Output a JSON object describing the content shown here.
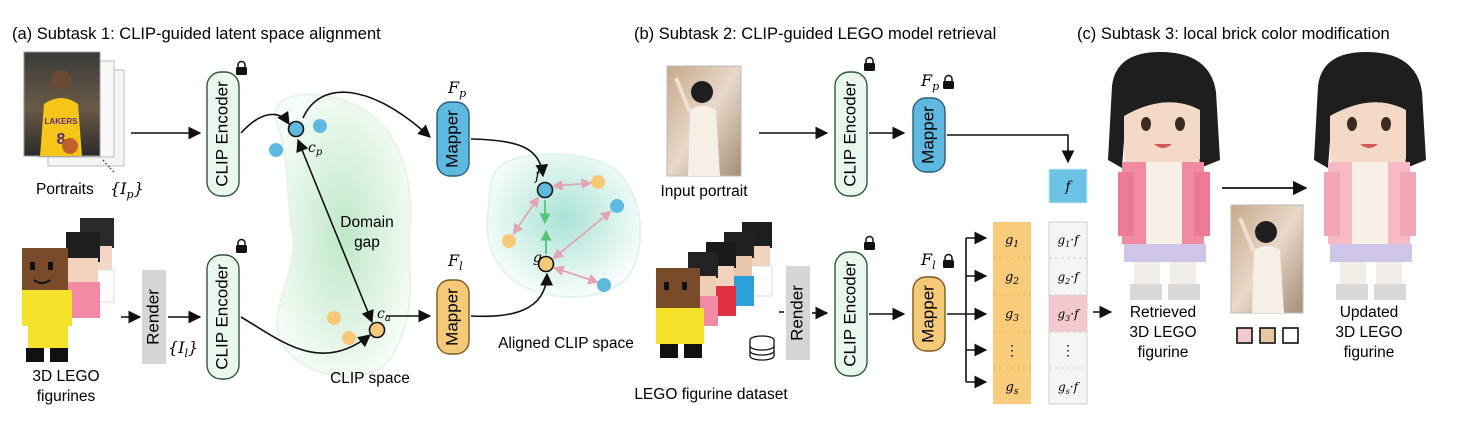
{
  "sections": {
    "a_title": "(a) Subtask 1: CLIP-guided latent space alignment",
    "b_title": "(b) Subtask 2: CLIP-guided LEGO model retrieval",
    "c_title": "(c) Subtask 3: local brick color modification"
  },
  "a": {
    "portraits_label": "Portraits",
    "portraits_symbol": "{I_p}",
    "figurines_label_1": "3D LEGO",
    "figurines_label_2": "figurines",
    "render_label": "Render",
    "render_symbol": "{I_l}",
    "clip_encoder": "CLIP Encoder",
    "mapper": "Mapper",
    "Fp": "F_p",
    "Fl": "F_l",
    "domain_gap_1": "Domain",
    "domain_gap_2": "gap",
    "clip_space": "CLIP space",
    "aligned_space": "Aligned CLIP space",
    "cp": "c_p",
    "cl": "c_a",
    "f": "f",
    "g": "g",
    "jersey_number": "8",
    "jersey_team": "LAKERS"
  },
  "b": {
    "input_portrait": "Input portrait",
    "dataset_label": "LEGO figurine dataset",
    "render_label": "Render",
    "clip_encoder": "CLIP Encoder",
    "mapper": "Mapper",
    "Fp": "F_p",
    "Fl": "F_l",
    "f_box": "f",
    "g_items": [
      "g_1",
      "g_2",
      "g_3",
      "⋮",
      "g_s"
    ],
    "score_items": [
      "g_1·f",
      "g_2·f",
      "g_3·f",
      "⋮",
      "g_s·f"
    ]
  },
  "c": {
    "retrieved_1": "Retrieved",
    "retrieved_2": "3D LEGO",
    "retrieved_3": "figurine",
    "updated_1": "Updated",
    "updated_2": "3D LEGO",
    "updated_3": "figurine"
  },
  "colors": {
    "encoder_fill": "#eaf7ee",
    "encoder_stroke": "#2f5a3a",
    "mapper_blue": "#5fb8e0",
    "mapper_orange": "#f6c978",
    "g_column": "#f8cc7a",
    "score_highlight": "#f3c9cf",
    "f_box": "#6cc3e6",
    "render_gray": "#d6d6d6",
    "clip_space": "#c9ecd1",
    "aligned_space": "#bde8e0",
    "pink_arrow": "#e3a5b3",
    "green_arrow": "#57c27a"
  }
}
